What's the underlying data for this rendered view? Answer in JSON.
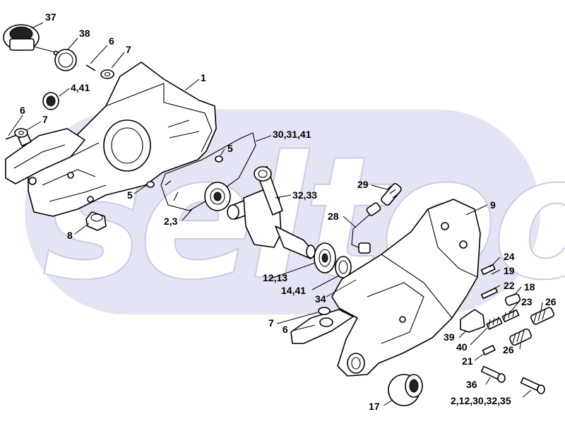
{
  "diagram": {
    "type": "exploded-parts-diagram",
    "watermark": "seltoo",
    "callouts": {
      "c1": "1",
      "c2": "2,3",
      "c3": "4,41",
      "c4": "5",
      "c5": "5",
      "c6": "6",
      "c7": "6",
      "c8": "6",
      "c9": "7",
      "c10": "7",
      "c11": "7",
      "c12": "8",
      "c13": "9",
      "c14": "12,13",
      "c15": "14,41",
      "c16": "17",
      "c17": "18",
      "c18": "19",
      "c19": "21",
      "c20": "22",
      "c21": "23",
      "c22": "24",
      "c23": "26",
      "c24": "26",
      "c25": "28",
      "c26": "29",
      "c27": "30,31,41",
      "c28": "32,33",
      "c29": "34",
      "c30": "36",
      "c31": "37",
      "c32": "38",
      "c33": "39",
      "c34": "40",
      "c35": "2,12,30,32,35"
    }
  }
}
